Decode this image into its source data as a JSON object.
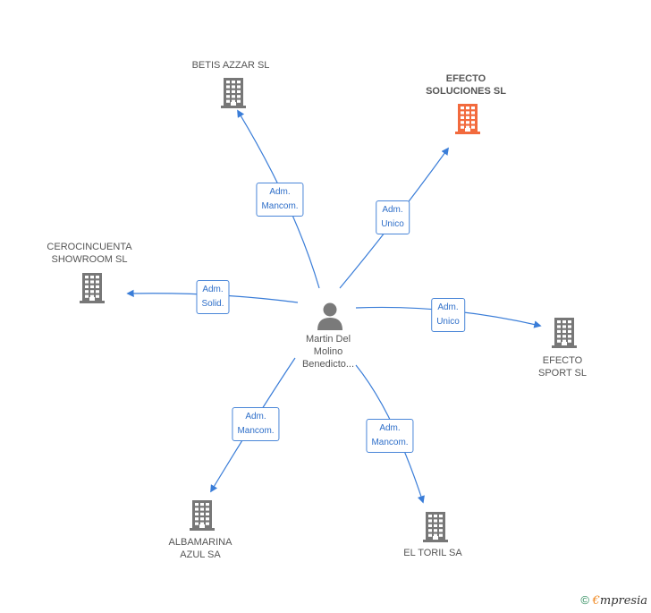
{
  "person": {
    "name_lines": [
      "Martin Del",
      "Molino",
      "Benedicto..."
    ],
    "icon": "person-icon",
    "color": "#7a7a7a"
  },
  "companies": [
    {
      "id": "betis",
      "lines": [
        "BETIS AZZAR SL"
      ],
      "highlight": false
    },
    {
      "id": "efecto_soluciones",
      "lines": [
        "EFECTO",
        "SOLUCIONES SL"
      ],
      "highlight": true
    },
    {
      "id": "cerocincuenta",
      "lines": [
        "CEROCINCUENTA",
        "SHOWROOM SL"
      ],
      "highlight": false
    },
    {
      "id": "efecto_sport",
      "lines": [
        "EFECTO",
        "SPORT SL"
      ],
      "highlight": false
    },
    {
      "id": "albamarina",
      "lines": [
        "ALBAMARINA",
        "AZUL SA"
      ],
      "highlight": false
    },
    {
      "id": "el_toril",
      "lines": [
        "EL TORIL SA"
      ],
      "highlight": false
    }
  ],
  "relations": [
    {
      "target": "betis",
      "lines": [
        "Adm.",
        "Mancom."
      ]
    },
    {
      "target": "efecto_soluciones",
      "lines": [
        "Adm.",
        "Unico"
      ]
    },
    {
      "target": "cerocincuenta",
      "lines": [
        "Adm.",
        "Solid."
      ]
    },
    {
      "target": "efecto_sport",
      "lines": [
        "Adm.",
        "Unico"
      ]
    },
    {
      "target": "albamarina",
      "lines": [
        "Adm.",
        "Mancom."
      ]
    },
    {
      "target": "el_toril",
      "lines": [
        "Adm.",
        "Mancom."
      ]
    }
  ],
  "colors": {
    "company": "#777777",
    "company_highlight": "#f26a3d",
    "edge": "#3a7dd8",
    "label_border": "#4a86d8",
    "label_text": "#2f6fc9"
  },
  "icons": {
    "company": "building-icon"
  },
  "footer": {
    "symbol": "©",
    "brand_initial": "€",
    "brand_rest": "mpresia"
  }
}
